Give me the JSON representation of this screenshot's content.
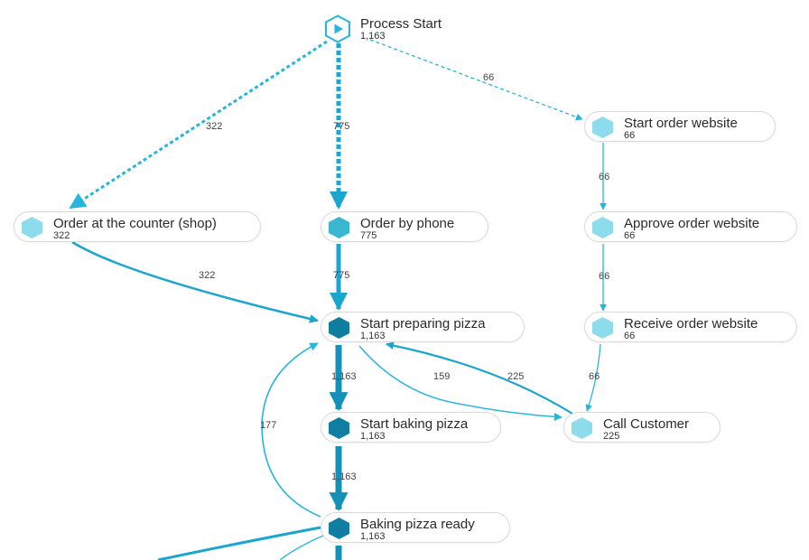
{
  "colors": {
    "light": "#8ddcec",
    "mid": "#3ab6d0",
    "dark": "#0f7ea0",
    "edge": "#26b6dc",
    "edge_dark": "#1590b8"
  },
  "start": {
    "name": "Process Start",
    "count": "1,163",
    "icon": "play-hexagon-icon"
  },
  "nodes": [
    {
      "id": "order-counter",
      "name": "Order at the counter (shop)",
      "count": "322",
      "shade": "light"
    },
    {
      "id": "order-phone",
      "name": "Order by phone",
      "count": "775",
      "shade": "mid"
    },
    {
      "id": "start-order-website",
      "name": "Start order website",
      "count": "66",
      "shade": "light"
    },
    {
      "id": "approve-order-website",
      "name": "Approve order website",
      "count": "66",
      "shade": "light"
    },
    {
      "id": "receive-order-website",
      "name": "Receive order website",
      "count": "66",
      "shade": "light"
    },
    {
      "id": "start-preparing",
      "name": "Start preparing pizza",
      "count": "1,163",
      "shade": "dark"
    },
    {
      "id": "start-baking",
      "name": "Start baking pizza",
      "count": "1,163",
      "shade": "dark"
    },
    {
      "id": "call-customer",
      "name": "Call Customer",
      "count": "225",
      "shade": "light"
    },
    {
      "id": "baking-ready",
      "name": "Baking pizza ready",
      "count": "1,163",
      "shade": "dark"
    }
  ],
  "edges": [
    {
      "from": "process-start",
      "to": "order-counter",
      "label": "322"
    },
    {
      "from": "process-start",
      "to": "order-phone",
      "label": "775"
    },
    {
      "from": "process-start",
      "to": "start-order-website",
      "label": "66"
    },
    {
      "from": "start-order-website",
      "to": "approve-order-website",
      "label": "66"
    },
    {
      "from": "approve-order-website",
      "to": "receive-order-website",
      "label": "66"
    },
    {
      "from": "receive-order-website",
      "to": "call-customer",
      "label": "66"
    },
    {
      "from": "order-counter",
      "to": "start-preparing",
      "label": "322"
    },
    {
      "from": "order-phone",
      "to": "start-preparing",
      "label": "775"
    },
    {
      "from": "start-preparing",
      "to": "start-baking",
      "label": "1,163"
    },
    {
      "from": "start-preparing",
      "to": "call-customer",
      "label": "159"
    },
    {
      "from": "call-customer",
      "to": "start-preparing",
      "label": "225"
    },
    {
      "from": "start-baking",
      "to": "baking-ready",
      "label": "1,163"
    },
    {
      "from": "baking-ready",
      "to": "start-preparing",
      "label": "177"
    }
  ]
}
